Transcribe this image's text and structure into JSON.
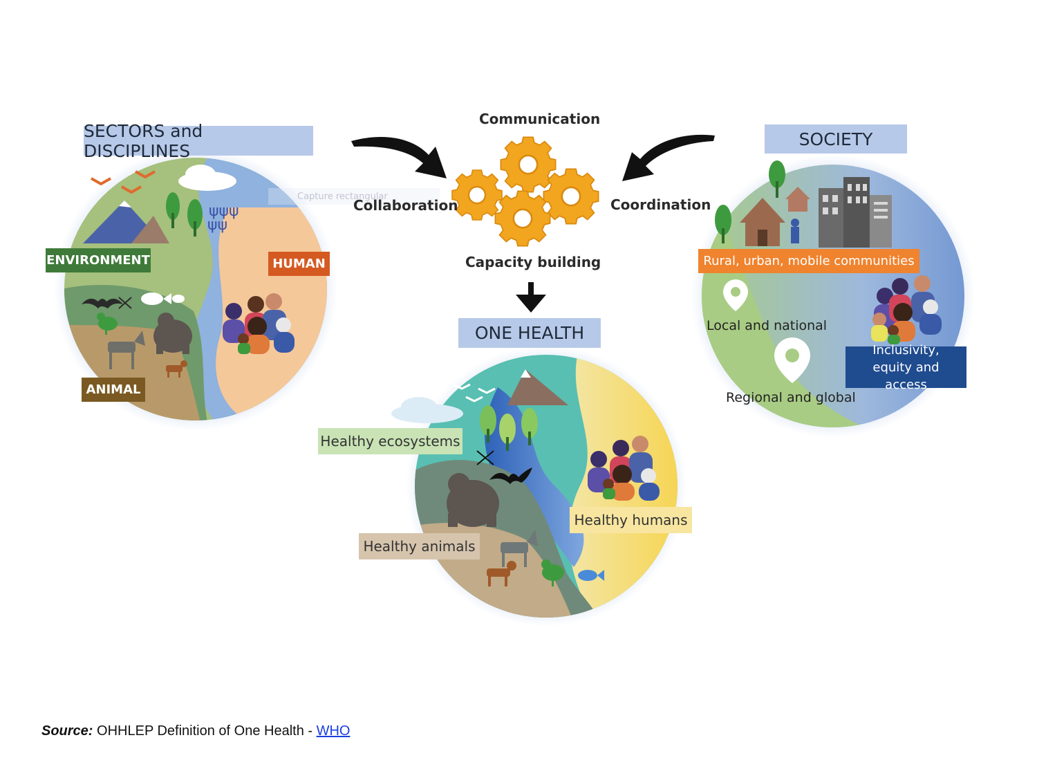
{
  "sectors": {
    "title": "SECTORS and DISCIPLINES",
    "environment": "ENVIRONMENT",
    "human": "HUMAN",
    "animal": "ANIMAL"
  },
  "center": {
    "communication": "Communication",
    "collaboration": "Collaboration",
    "coordination": "Coordination",
    "capacity_building": "Capacity building"
  },
  "society": {
    "title": "SOCIETY",
    "communities": "Rural, urban, mobile communities",
    "local": "Local and national",
    "regional": "Regional and global",
    "inclusivity": "Inclusivity, equity and access"
  },
  "one_health": {
    "title": "ONE HEALTH",
    "ecosystems": "Healthy ecosystems",
    "humans": "Healthy humans",
    "animals": "Healthy animals"
  },
  "overlay_tooltip": "Capture rectangular",
  "source": {
    "label": "Source:",
    "text": "OHHLEP Definition of One Health - ",
    "link": "WHO"
  },
  "colors": {
    "title_bg": "#b7c9e8",
    "environment": "#3f7a3a",
    "human": "#d45a22",
    "animal": "#7a5a22",
    "communities": "#f0832e",
    "inclusivity": "#1f4b8f",
    "gear": "#f2a51e",
    "link": "#1a3ee0"
  }
}
